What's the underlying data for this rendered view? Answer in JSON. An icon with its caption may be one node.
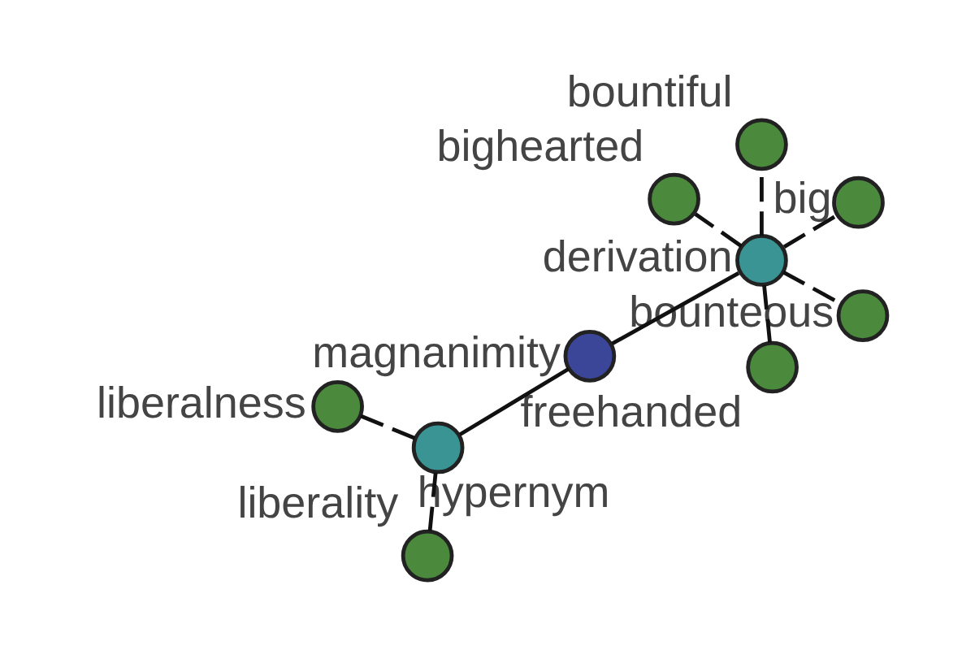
{
  "diagram": {
    "nodes": [
      {
        "text": [
          "bountiful"
        ]
      },
      {
        "text": [
          "freehanded"
        ]
      },
      {
        "text": [
          "bighearted"
        ]
      },
      {
        "text": [
          "bounteous"
        ]
      },
      {
        "text": [
          "derivation"
        ]
      },
      {
        "text": [
          "big"
        ]
      },
      {
        "text": [
          "magnanimity"
        ]
      },
      {
        "text": [
          "liberality"
        ]
      },
      {
        "text": [
          "hypernym"
        ]
      },
      {
        "text": [
          "liberalness"
        ]
      }
    ],
    "edges": [
      {
        "from": 6,
        "to": 4,
        "arrow": "none"
      },
      {
        "from": 6,
        "to": 8,
        "arrow": "none"
      },
      {
        "from": 4,
        "to": 0,
        "arrow": "none",
        "style": "dashed"
      },
      {
        "from": 4,
        "to": 1,
        "arrow": "none",
        "style": "dashed"
      },
      {
        "from": 4,
        "to": 2,
        "arrow": "none",
        "style": "dashed"
      },
      {
        "from": 4,
        "to": 3,
        "arrow": "none",
        "style": "dashed"
      },
      {
        "from": 4,
        "to": 5,
        "arrow": "none",
        "style": "dashed"
      },
      {
        "from": 8,
        "to": 7,
        "arrow": "none",
        "style": "dashed"
      },
      {
        "from": 8,
        "to": 9,
        "arrow": "none",
        "style": "dashed"
      }
    ]
  }
}
